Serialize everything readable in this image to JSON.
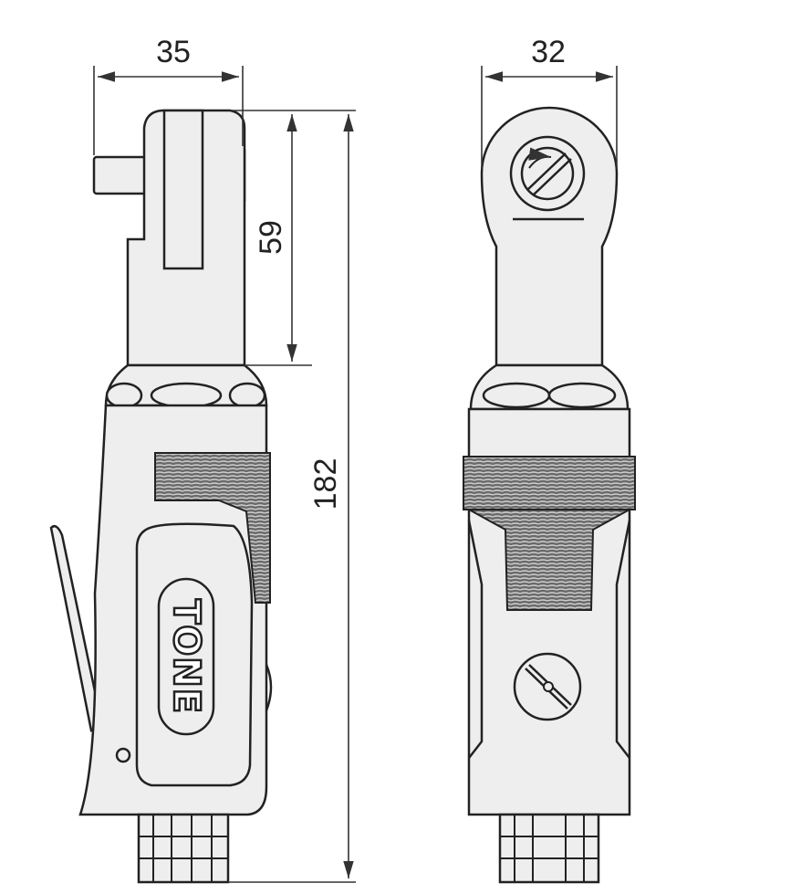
{
  "dimensions": {
    "width_side": "35",
    "width_front": "32",
    "head_height": "59",
    "total_length": "182"
  },
  "brand": {
    "logo_text": "TONE"
  },
  "colors": {
    "body": "#eeeeee",
    "outline": "#222222",
    "grip": "#555555",
    "dim_line": "#333333"
  }
}
